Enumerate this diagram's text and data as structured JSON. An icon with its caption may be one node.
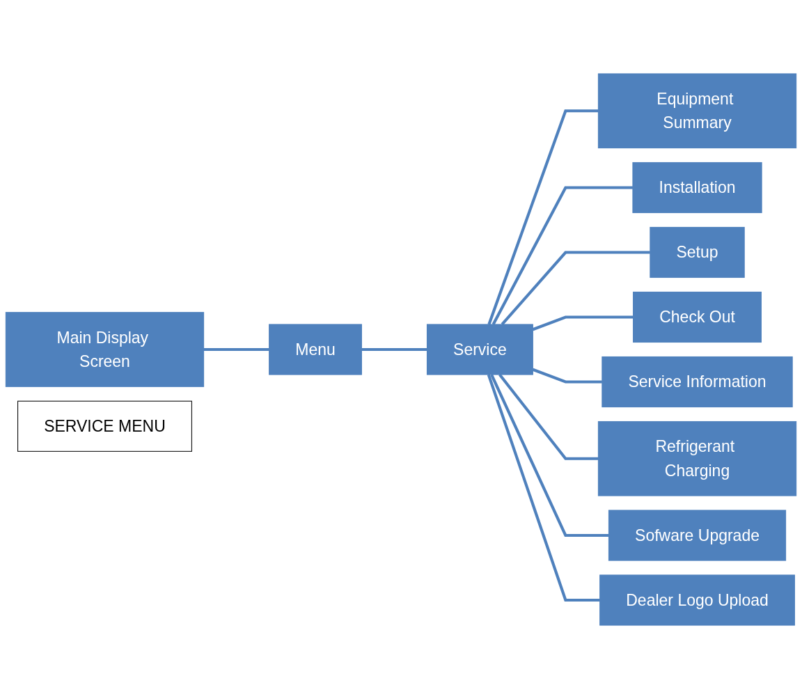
{
  "diagram": {
    "nodes": [
      {
        "text": [
          "Main Display Screen"
        ]
      },
      {
        "text": [
          "Menu"
        ]
      },
      {
        "text": [
          "Service"
        ]
      },
      {
        "text": [
          "Equipment Summary"
        ]
      },
      {
        "text": [
          "Installation"
        ]
      },
      {
        "text": [
          "Setup"
        ]
      },
      {
        "text": [
          "Check Out"
        ]
      },
      {
        "text": [
          "Service Information"
        ]
      },
      {
        "text": [
          "Refrigerant Charging"
        ]
      },
      {
        "text": [
          "Sofware Upgrade"
        ]
      },
      {
        "text": [
          "Dealer Logo Upload"
        ]
      },
      {
        "text": [
          "SERVICE MENU"
        ]
      }
    ],
    "edges": [
      {
        "from": 0,
        "to": 1,
        "arrow": "none"
      },
      {
        "from": 1,
        "to": 2,
        "arrow": "none"
      },
      {
        "from": 2,
        "to": 3,
        "arrow": "none"
      },
      {
        "from": 2,
        "to": 4,
        "arrow": "none"
      },
      {
        "from": 2,
        "to": 5,
        "arrow": "none"
      },
      {
        "from": 2,
        "to": 6,
        "arrow": "none"
      },
      {
        "from": 2,
        "to": 7,
        "arrow": "none"
      },
      {
        "from": 2,
        "to": 8,
        "arrow": "none"
      },
      {
        "from": 2,
        "to": 9,
        "arrow": "none"
      },
      {
        "from": 2,
        "to": 10,
        "arrow": "none"
      }
    ]
  }
}
